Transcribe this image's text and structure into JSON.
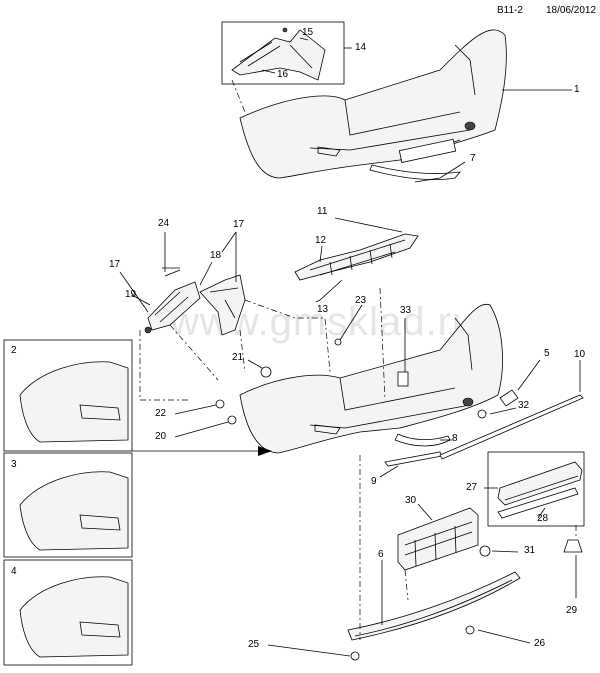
{
  "header": {
    "sheet_code": "B11-2",
    "date": "18/06/2012"
  },
  "watermark": "www.gmsklad.ru",
  "callouts": [
    "1",
    "2",
    "3",
    "4",
    "5",
    "6",
    "7",
    "8",
    "9",
    "10",
    "11",
    "12",
    "13",
    "14",
    "15",
    "16",
    "17",
    "17",
    "18",
    "19",
    "20",
    "21",
    "22",
    "23",
    "24",
    "25",
    "26",
    "27",
    "28",
    "29",
    "30",
    "31",
    "32",
    "33"
  ],
  "variant_panels": [
    "2",
    "3",
    "4"
  ]
}
